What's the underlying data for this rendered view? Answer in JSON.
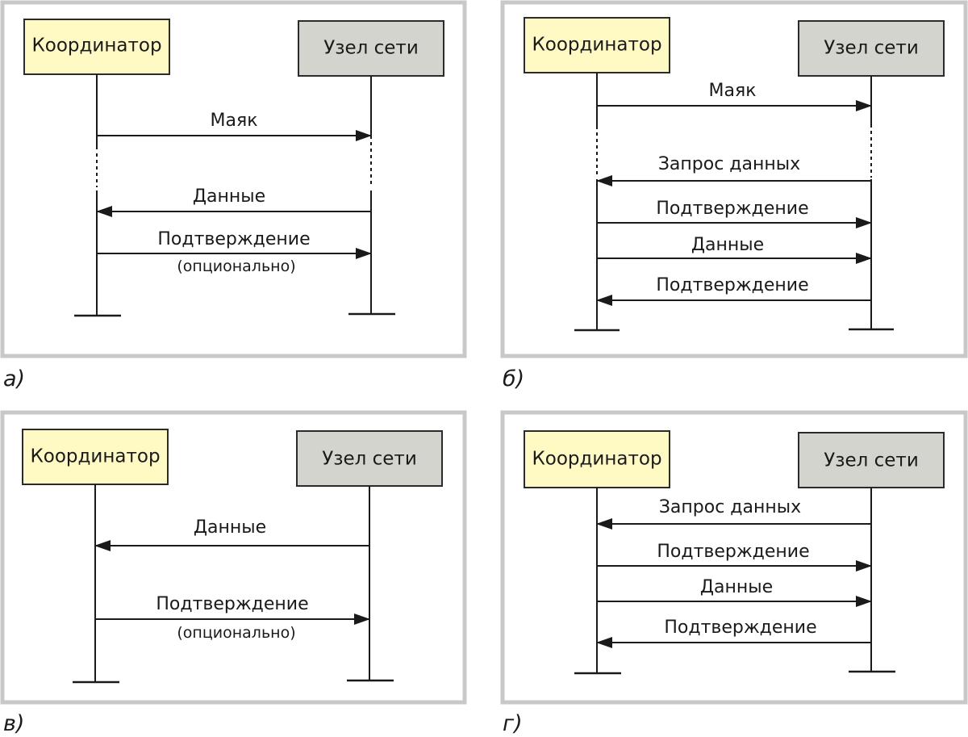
{
  "panels": {
    "a": {
      "caption": "а)",
      "coordinator": "Координатор",
      "node": "Узел сети",
      "messages": [
        "Маяк",
        "Данные",
        "Подтверждение"
      ],
      "optional": "(опционально)"
    },
    "b": {
      "caption": "б)",
      "coordinator": "Координатор",
      "node": "Узел сети",
      "messages": [
        "Маяк",
        "Запрос данных",
        "Подтверждение",
        "Данные",
        "Подтверждение"
      ]
    },
    "v": {
      "caption": "в)",
      "coordinator": "Координатор",
      "node": "Узел сети",
      "messages": [
        "Данные",
        "Подтверждение"
      ],
      "optional": "(опционально)"
    },
    "g": {
      "caption": "г)",
      "coordinator": "Координатор",
      "node": "Узел сети",
      "messages": [
        "Запрос данных",
        "Подтверждение",
        "Данные",
        "Подтверждение"
      ]
    }
  }
}
